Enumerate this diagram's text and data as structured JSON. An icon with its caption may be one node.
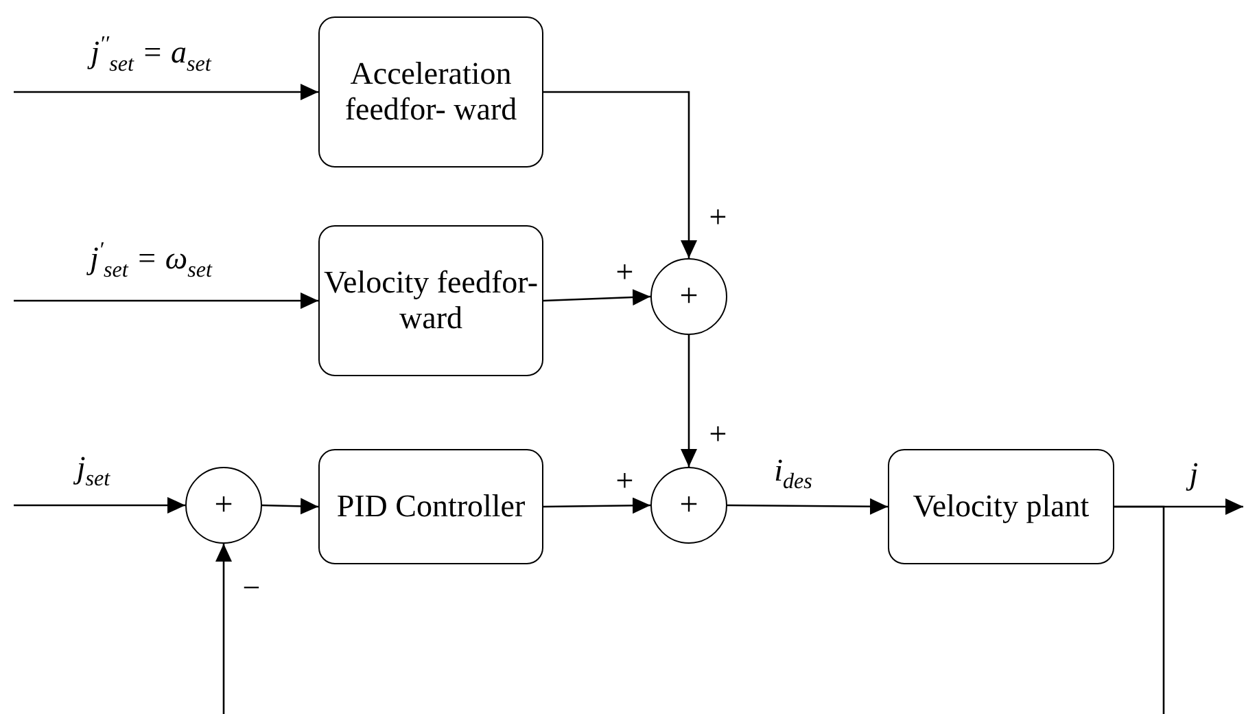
{
  "diagram": {
    "nodes": [
      {
        "text": [
          "Acceleration feedfor- ward"
        ]
      },
      {
        "text": [
          "Velocity feedfor- ward"
        ]
      },
      {
        "text": [
          "+"
        ]
      },
      {
        "text": [
          "+"
        ]
      },
      {
        "text": [
          "PID Controller"
        ]
      },
      {
        "text": [
          "+"
        ]
      },
      {
        "text": [
          "Velocity plant"
        ]
      }
    ],
    "edges": [
      {
        "from": null,
        "to": 0,
        "arrow": "to",
        "label": "j$^{′′}$$_{set}$ = a$_{set}$"
      },
      {
        "from": null,
        "to": 1,
        "arrow": "to",
        "label": "j$^{′}$$_{set}$ = ω$_{set}$"
      },
      {
        "from": null,
        "to": 3,
        "arrow": "to",
        "label": "j$_{set}$"
      },
      {
        "from": 0,
        "to": 2,
        "arrow": "to",
        "label": "+"
      },
      {
        "from": 1,
        "to": 2,
        "arrow": "to",
        "label": "+"
      },
      {
        "from": 2,
        "to": 5,
        "arrow": "to",
        "label": "+"
      },
      {
        "from": 3,
        "to": 4,
        "arrow": "to"
      },
      {
        "from": 4,
        "to": 5,
        "arrow": "to",
        "label": "+"
      },
      {
        "from": 5,
        "to": 6,
        "arrow": "to",
        "label": "i$_{des}$"
      },
      {
        "from": 6,
        "to": null,
        "arrow": "to",
        "label": "j"
      },
      {
        "from": 6,
        "to": null,
        "arrow": "none"
      },
      {
        "from": null,
        "to": 3,
        "arrow": "to",
        "label": "−"
      }
    ]
  }
}
